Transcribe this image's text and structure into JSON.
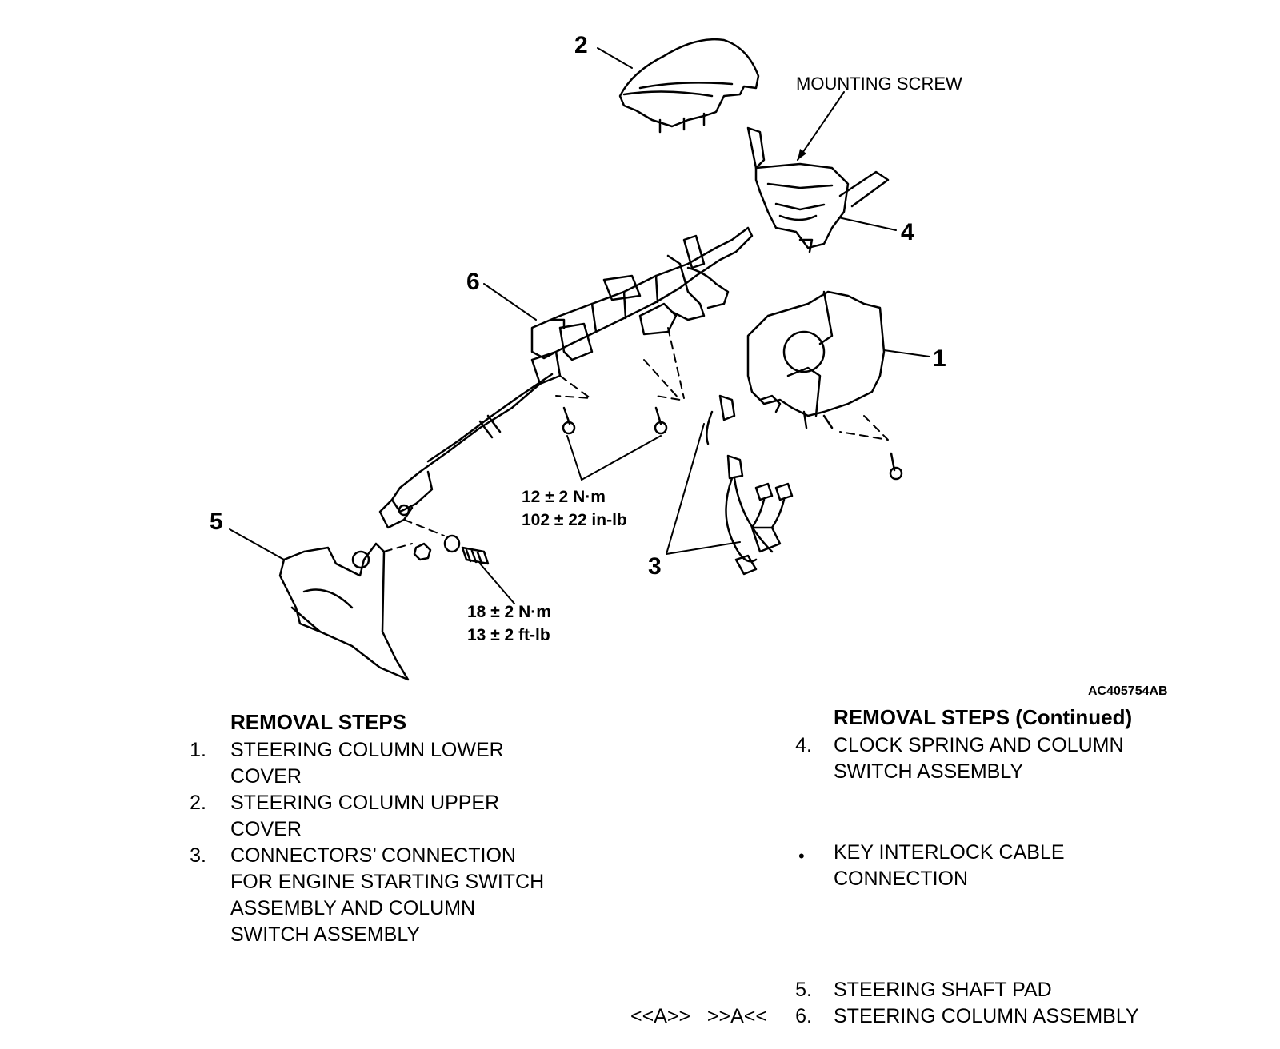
{
  "diagram": {
    "callouts": [
      "1",
      "2",
      "3",
      "4",
      "5",
      "6"
    ],
    "mounting_screw": "MOUNTING SCREW",
    "torque_a_line1": "12 ± 2 N·m",
    "torque_a_line2": "102 ± 22 in-lb",
    "torque_b_line1": "18 ± 2 N·m",
    "torque_b_line2": "13 ± 2 ft-lb",
    "figure_id": "AC405754AB"
  },
  "left_list": {
    "header": "REMOVAL STEPS",
    "items": [
      {
        "num": "1.",
        "lines": [
          "STEERING COLUMN LOWER",
          "COVER"
        ]
      },
      {
        "num": "2.",
        "lines": [
          "STEERING COLUMN UPPER",
          "COVER"
        ]
      },
      {
        "num": "3.",
        "lines": [
          "CONNECTORS’ CONNECTION",
          "FOR ENGINE STARTING SWITCH",
          "ASSEMBLY AND COLUMN",
          "SWITCH ASSEMBLY"
        ]
      }
    ]
  },
  "right_list": {
    "header": "REMOVAL STEPS (Continued)",
    "items": [
      {
        "num": "4.",
        "lines": [
          "CLOCK SPRING AND COLUMN",
          "SWITCH ASSEMBLY"
        ]
      },
      {
        "num": "•",
        "lines": [
          "KEY INTERLOCK CABLE",
          "CONNECTION"
        ]
      },
      {
        "num": "5.",
        "lines": [
          "STEERING SHAFT PAD"
        ]
      },
      {
        "num": "6.",
        "lines": [
          "STEERING COLUMN ASSEMBLY"
        ]
      }
    ],
    "service_marks": "<<A>>   >>A<<"
  }
}
